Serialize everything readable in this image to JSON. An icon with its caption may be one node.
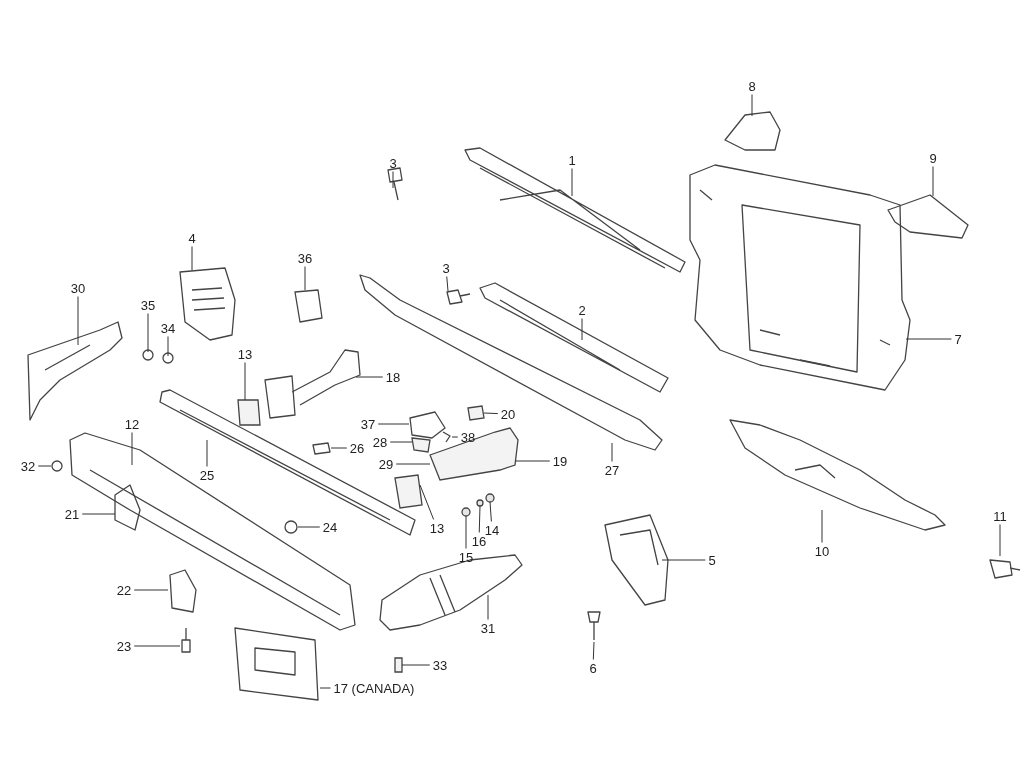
{
  "diagram": {
    "nodes": [
      {
        "text": [
          "1"
        ]
      },
      {
        "text": [
          "2"
        ]
      },
      {
        "text": [
          "3"
        ]
      },
      {
        "text": [
          "3"
        ]
      },
      {
        "text": [
          "4"
        ]
      },
      {
        "text": [
          "5"
        ]
      },
      {
        "text": [
          "6"
        ]
      },
      {
        "text": [
          "7"
        ]
      },
      {
        "text": [
          "8"
        ]
      },
      {
        "text": [
          "9"
        ]
      },
      {
        "text": [
          "10"
        ]
      },
      {
        "text": [
          "11"
        ]
      },
      {
        "text": [
          "12"
        ]
      },
      {
        "text": [
          "13"
        ]
      },
      {
        "text": [
          "13"
        ]
      },
      {
        "text": [
          "14"
        ]
      },
      {
        "text": [
          "15"
        ]
      },
      {
        "text": [
          "16"
        ]
      },
      {
        "text": [
          "17 (CANADA)"
        ]
      },
      {
        "text": [
          "18"
        ]
      },
      {
        "text": [
          "19"
        ]
      },
      {
        "text": [
          "20"
        ]
      },
      {
        "text": [
          "21"
        ]
      },
      {
        "text": [
          "22"
        ]
      },
      {
        "text": [
          "23"
        ]
      },
      {
        "text": [
          "24"
        ]
      },
      {
        "text": [
          "25"
        ]
      },
      {
        "text": [
          "26"
        ]
      },
      {
        "text": [
          "27"
        ]
      },
      {
        "text": [
          "28"
        ]
      },
      {
        "text": [
          "29"
        ]
      },
      {
        "text": [
          "30"
        ]
      },
      {
        "text": [
          "31"
        ]
      },
      {
        "text": [
          "32"
        ]
      },
      {
        "text": [
          "33"
        ]
      },
      {
        "text": [
          "34"
        ]
      },
      {
        "text": [
          "35"
        ]
      },
      {
        "text": [
          "36"
        ]
      },
      {
        "text": [
          "37"
        ]
      },
      {
        "text": [
          "38"
        ]
      },
      {
        "text": [],
        "shape": "box"
      },
      {
        "text": [],
        "shape": "box"
      },
      {
        "text": [],
        "shape": "box"
      },
      {
        "text": [],
        "shape": "box"
      },
      {
        "text": [],
        "shape": "circle"
      },
      {
        "text": [],
        "shape": "circle"
      },
      {
        "text": [],
        "shape": "circle"
      },
      {
        "text": [],
        "shape": "box"
      },
      {
        "text": [],
        "shape": "box"
      }
    ],
    "edges": [
      {
        "from": 0,
        "to": null,
        "arrow": "none"
      },
      {
        "from": 1,
        "to": null,
        "arrow": "none"
      },
      {
        "from": 2,
        "to": null,
        "arrow": "none"
      },
      {
        "from": 3,
        "to": null,
        "arrow": "none"
      },
      {
        "from": 4,
        "to": null,
        "arrow": "none"
      },
      {
        "from": 5,
        "to": null,
        "arrow": "none"
      },
      {
        "from": 6,
        "to": null,
        "arrow": "none"
      },
      {
        "from": 7,
        "to": null,
        "arrow": "none"
      },
      {
        "from": 8,
        "to": null,
        "arrow": "none"
      },
      {
        "from": 9,
        "to": null,
        "arrow": "none"
      },
      {
        "from": 10,
        "to": null,
        "arrow": "none"
      },
      {
        "from": 11,
        "to": null,
        "arrow": "none"
      },
      {
        "from": 12,
        "to": null,
        "arrow": "none"
      },
      {
        "from": 13,
        "to": 40,
        "arrow": "none"
      },
      {
        "from": 14,
        "to": 41,
        "arrow": "none"
      },
      {
        "from": 15,
        "to": 46,
        "arrow": "none"
      },
      {
        "from": 16,
        "to": 44,
        "arrow": "none"
      },
      {
        "from": 17,
        "to": 45,
        "arrow": "none"
      },
      {
        "from": 18,
        "to": null,
        "arrow": "none"
      },
      {
        "from": 19,
        "to": null,
        "arrow": "none"
      },
      {
        "from": 20,
        "to": 48,
        "arrow": "none"
      },
      {
        "from": 21,
        "to": 43,
        "arrow": "none"
      },
      {
        "from": 22,
        "to": null,
        "arrow": "none"
      },
      {
        "from": 23,
        "to": null,
        "arrow": "none"
      },
      {
        "from": 24,
        "to": null,
        "arrow": "none"
      },
      {
        "from": 25,
        "to": null,
        "arrow": "none"
      },
      {
        "from": 26,
        "to": null,
        "arrow": "none"
      },
      {
        "from": 27,
        "to": null,
        "arrow": "none"
      },
      {
        "from": 28,
        "to": null,
        "arrow": "none"
      },
      {
        "from": 29,
        "to": 42,
        "arrow": "none"
      },
      {
        "from": 30,
        "to": 48,
        "arrow": "none"
      },
      {
        "from": 31,
        "to": null,
        "arrow": "none"
      },
      {
        "from": 32,
        "to": null,
        "arrow": "none"
      },
      {
        "from": 33,
        "to": null,
        "arrow": "none"
      },
      {
        "from": 34,
        "to": 47,
        "arrow": "none"
      },
      {
        "from": 35,
        "to": null,
        "arrow": "none"
      },
      {
        "from": 36,
        "to": null,
        "arrow": "none"
      },
      {
        "from": 37,
        "to": null,
        "arrow": "none"
      },
      {
        "from": 38,
        "to": null,
        "arrow": "none"
      },
      {
        "from": 39,
        "to": null,
        "arrow": "none"
      }
    ]
  }
}
